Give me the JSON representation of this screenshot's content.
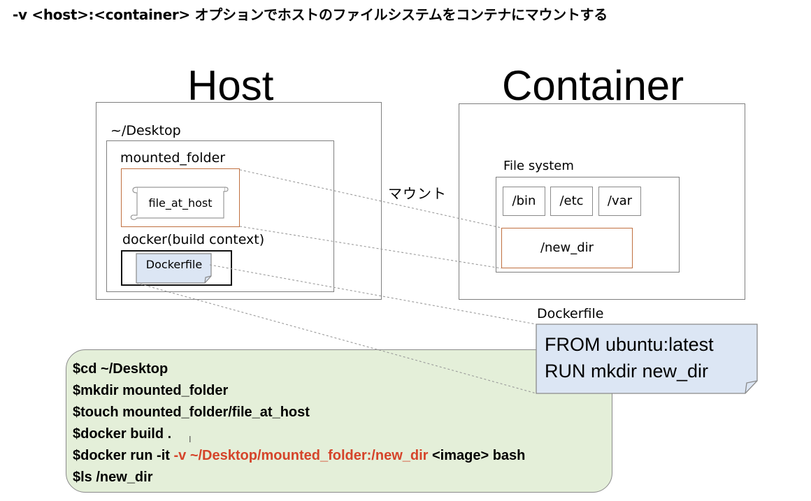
{
  "title": "-v <host>:<container> オプションでホストのファイルシステムをコンテナにマウントする",
  "host": {
    "label": "Host",
    "desktop_label": "~/Desktop",
    "mounted_folder_label": "mounted_folder",
    "file_label": "file_at_host",
    "docker_folder_label": "docker(build context)",
    "dockerfile_label": "Dockerfile"
  },
  "container": {
    "label": "Container",
    "fs_label": "File system",
    "dirs": [
      "/bin",
      "/etc",
      "/var"
    ],
    "new_dir": "/new_dir"
  },
  "mount_label": "マウント",
  "dockerfile_note": {
    "title": "Dockerfile",
    "lines": [
      "FROM ubuntu:latest",
      "RUN mkdir new_dir"
    ]
  },
  "terminal": {
    "line1": "$cd ~/Desktop",
    "line2": "$mkdir mounted_folder",
    "line3": "$touch mounted_folder/file_at_host",
    "line4": "$docker build .",
    "line5_prefix": "$docker run -it ",
    "line5_highlight": "-v ~/Desktop/mounted_folder:/new_dir",
    "line5_suffix": " <image> bash",
    "line6": "$ls /new_dir"
  },
  "colors": {
    "highlight": "#d5442a",
    "terminal_bg": "#e4efd9",
    "note_bg": "#dce6f4",
    "mount_border": "#c07040"
  }
}
